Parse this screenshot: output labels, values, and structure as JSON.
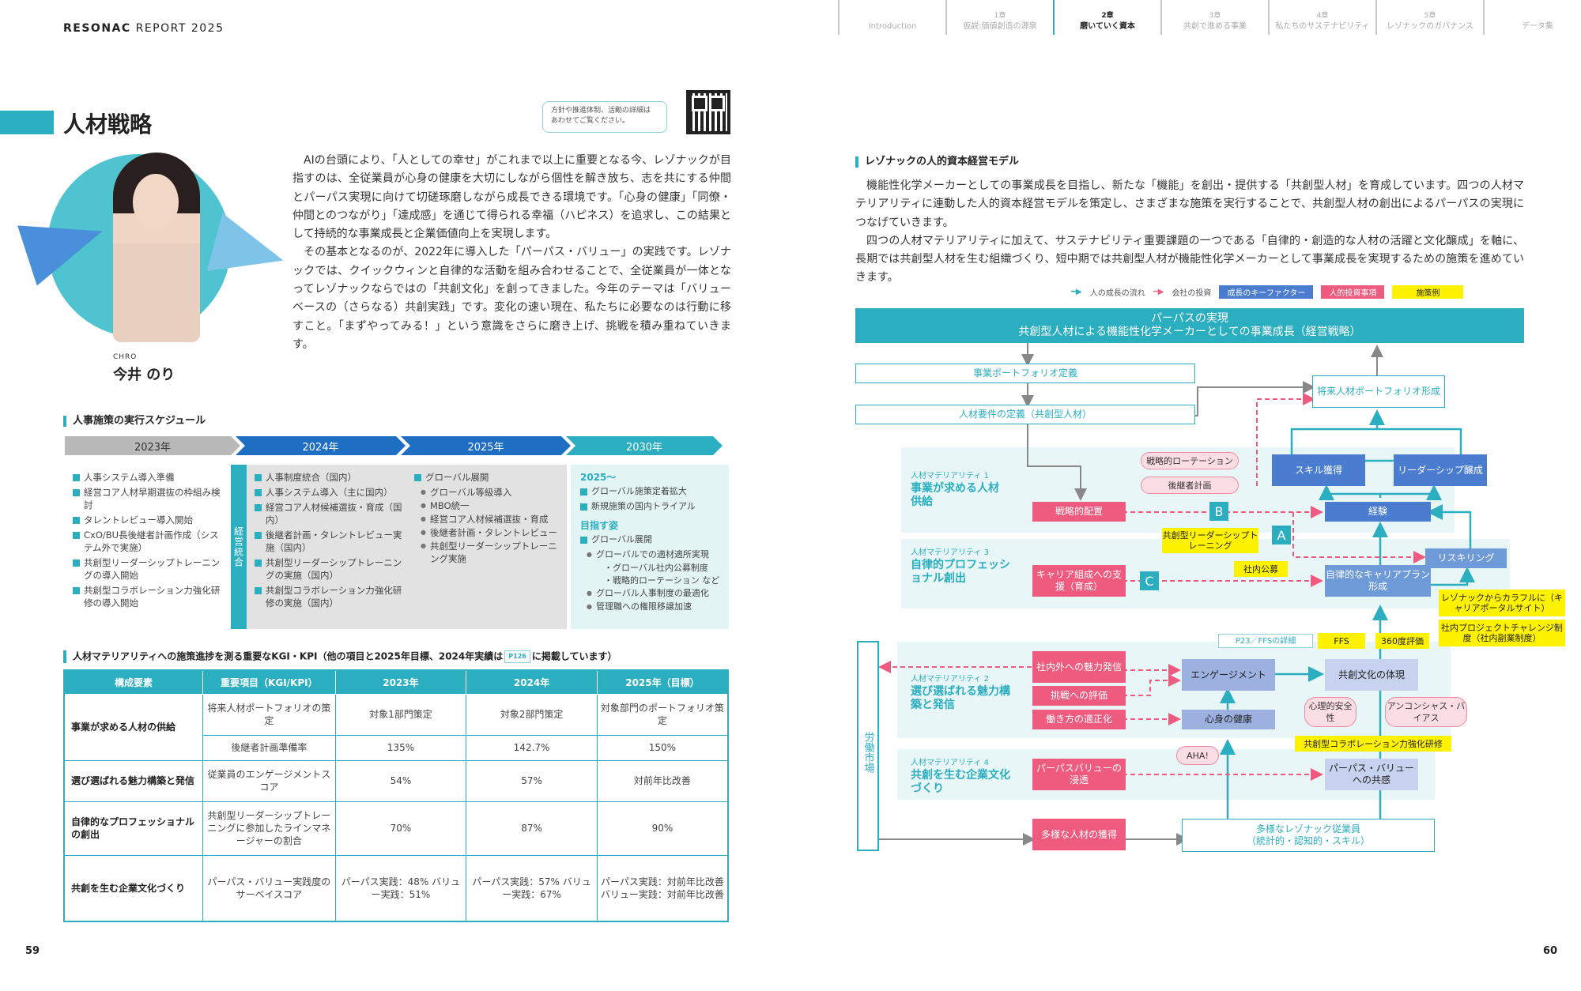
{
  "header": {
    "brand_bold": "RESONAC",
    "brand_rest": " REPORT 2025",
    "nav": [
      {
        "chapter": "",
        "label": "Introduction",
        "active": false
      },
      {
        "chapter": "1章",
        "label": "仮説:価値創造の源泉",
        "active": false
      },
      {
        "chapter": "2章",
        "label": "磨いていく資本",
        "active": true
      },
      {
        "chapter": "3章",
        "label": "共創で進める事業",
        "active": false
      },
      {
        "chapter": "4章",
        "label": "私たちのサステナビリティ",
        "active": false
      },
      {
        "chapter": "5章",
        "label": "レゾナックのガバナンス",
        "active": false
      },
      {
        "chapter": "",
        "label": "データ集",
        "active": false
      }
    ]
  },
  "left": {
    "title": "人材戦略",
    "qr_note": "方針や推進体制、活動の詳細は あわせてご覧ください。",
    "icons": {
      "qr": "qr-code-icon",
      "photo": "portrait-photo"
    },
    "person": {
      "role": "CHRO",
      "name": "今井 のり"
    },
    "intro_paragraphs": [
      "AIの台頭により、「人としての幸せ」がこれまで以上に重要となる今、レゾナックが目指すのは、全従業員が心身の健康を大切にしながら個性を解き放ち、志を共にする仲間とパーパス実現に向けて切磋琢磨しながら成長できる環境です。「心身の健康」「同僚・仲間とのつながり」「達成感」を通じて得られる幸福（ハピネス）を追求し、この結果として持続的な事業成長と企業価値向上を実現します。",
      "その基本となるのが、2022年に導入した「パーパス・バリュー」の実践です。レゾナックでは、クイックウィンと自律的な活動を組み合わせることで、全従業員が一体となってレゾナックならではの「共創文化」を創ってきました。今年のテーマは「バリューベースの（さらなる）共創実践」です。変化の速い現在、私たちに必要なのは行動に移すこと。「まずやってみる！」という意識をさらに磨き上げ、挑戦を積み重ねていきます。"
    ],
    "schedule": {
      "title": "人事施策の実行スケジュール",
      "years": [
        {
          "label": "2023年",
          "color": "#b9b9b9"
        },
        {
          "label": "2024年",
          "color": "#1e6fc4"
        },
        {
          "label": "2025年",
          "color": "#1e6fc4"
        },
        {
          "label": "2030年",
          "color": "#2aaec0"
        }
      ],
      "merger_label": "経営統合",
      "col2023": [
        "人事システム導入準備",
        "経営コア人材早期選抜の枠組み検討",
        "タレントレビュー導入開始",
        "CxO/BU長後継者計画作成（システム外で実施）",
        "共創型リーダーシップトレーニングの導入開始",
        "共創型コラボレーション力強化研修の導入開始"
      ],
      "col2024": [
        "人事制度統合（国内）",
        "人事システム導入（主に国内）",
        "経営コア人材候補選抜・育成（国内）",
        "後継者計画・タレントレビュー実施（国内）",
        "共創型リーダーシップトレーニングの実施（国内）",
        "共創型コラボレーション力強化研修の実施（国内）"
      ],
      "col2025": {
        "head": "グローバル展開",
        "subs": [
          "グローバル等級導入",
          "MBO統一",
          "経営コア人材候補選抜・育成",
          "後継者計画・タレントレビュー",
          "共創型リーダーシップトレーニング実施"
        ]
      },
      "col2030": {
        "from_label": "2025〜",
        "from_items": [
          "グローバル施策定着拡大",
          "新規施策の国内トライアル"
        ],
        "goal_label": "目指す姿",
        "goal_head": "グローバル展開",
        "goal_subs": [
          "グローバルでの適材適所実現",
          "・グローバル社内公募制度",
          "・戦略的ローテーション など",
          "グローバル人事制度の最適化",
          "管理職への権限移譲加速"
        ]
      }
    },
    "kpi": {
      "title_pre": "人材マテリアリティへの施策進捗を測る重要なKGI・KPI（他の項目と2025年目標、2024年実績は",
      "title_ref": "P126",
      "title_post": "に掲載しています）",
      "headers": [
        "構成要素",
        "重要項目（KGI/KPI）",
        "2023年",
        "2024年",
        "2025年（目標）"
      ],
      "rows": [
        {
          "element": "事業が求める人材の供給",
          "item": "将来人材ポートフォリオの策定",
          "y2023": "対象1部門策定",
          "y2024": "対象2部門策定",
          "y2025": "対象部門のポートフォリオ策定"
        },
        {
          "element": "",
          "item": "後継者計画準備率",
          "y2023": "135%",
          "y2024": "142.7%",
          "y2025": "150%"
        },
        {
          "element": "選び選ばれる魅力構築と発信",
          "item": "従業員のエンゲージメントスコア",
          "y2023": "54%",
          "y2024": "57%",
          "y2025": "対前年比改善"
        },
        {
          "element": "自律的なプロフェッショナルの創出",
          "item": "共創型リーダーシップトレーニングに参加したラインマネージャーの割合",
          "y2023": "70%",
          "y2024": "87%",
          "y2025": "90%"
        },
        {
          "element": "共創を生む企業文化づくり",
          "item": "パーパス・バリュー実践度のサーベイスコア",
          "y2023": "パーパス実践：48% バリュー実践：51%",
          "y2024": "パーパス実践：57% バリュー実践：67%",
          "y2025": "パーパス実践：対前年比改善 バリュー実践：対前年比改善"
        }
      ]
    },
    "page_number": "59"
  },
  "right": {
    "section_title": "レゾナックの人的資本経営モデル",
    "intro_paragraphs": [
      "機能性化学メーカーとしての事業成長を目指し、新たな「機能」を創出・提供する「共創型人材」を育成しています。四つの人材マテリアリティに連動した人的資本経営モデルを策定し、さまざまな施策を実行することで、共創型人材の創出によるパーパスの実現につなげていきます。",
      "四つの人材マテリアリティに加えて、サステナビリティ重要課題の一つである「自律的・創造的な人材の活躍と文化醸成」を軸に、長期では共創型人材を生む組織づくり、短中期では共創型人材が機能性化学メーカーとして事業成長を実現するための施策を進めていきます。"
    ],
    "legend": {
      "people_flow": "人の成長の流れ",
      "company_invest": "会社の投資",
      "key_factor": "成長のキーファクター",
      "investment": "人的投資事項",
      "example": "施策例"
    },
    "diagram": {
      "purpose_line1": "パーパスの実現",
      "purpose_line2": "共創型人材による機能性化学メーカーとしての事業成長（経営戦略）",
      "biz_portfolio": "事業ポートフォリオ定義",
      "talent_req": "人材要件の定義（共創型人材）",
      "future_portfolio": "将来人材ポートフォリオ形成",
      "materiality": [
        {
          "num": "人材マテリアリティ 1",
          "name": "事業が求める人材供給"
        },
        {
          "num": "人材マテリアリティ 3",
          "name": "自律的プロフェッショナル創出"
        },
        {
          "num": "人材マテリアリティ 2",
          "name": "選び選ばれる魅力構築と発信"
        },
        {
          "num": "人材マテリアリティ 4",
          "name": "共創を生む企業文化づくり"
        }
      ],
      "strategic_placement": "戦略的配置",
      "career_support": "キャリア組成への支援（育成）",
      "attract": "社内外への魅力発信",
      "challenge_eval": "挑戦への評価",
      "workstyle": "働き方の適正化",
      "purpose_value_spread": "パーパスバリューの浸透",
      "diverse_hiring": "多様な人材の獲得",
      "skill": "スキル獲得",
      "leadership": "リーダーシップ醸成",
      "experience": "経験",
      "reskilling": "リスキリング",
      "autonomous_career": "自律的なキャリアプラン形成",
      "engagement": "エンゲージメント",
      "wellbeing": "心身の健康",
      "cocreation_culture": "共創文化の体現",
      "purpose_empathy": "パーパス・バリューへの共感",
      "employees_line1": "多様なレゾナック従業員",
      "employees_line2": "（統計的・認知的・スキル）",
      "labor_market": "労働市場",
      "bubbles": [
        "戦略的ローテーション",
        "後継者計画",
        "心理的安全性",
        "アンコンシャス・バイアス",
        "AHA!"
      ],
      "examples": [
        "共創型リーダーシップトレーニング",
        "社内公募",
        "レゾナックからカラフルに（キャリアポータルサイト）",
        "社内プロジェクトチャレンジ制度（社内副業制度）",
        "FFS",
        "360度評価",
        "共創型コラボレーション力強化研修"
      ],
      "tags": [
        "A",
        "B",
        "C"
      ],
      "ffs_ref": "P23／FFSの詳細"
    },
    "page_number": "60"
  },
  "colors": {
    "accent": "#2aaec0",
    "pink": "#ef5b7f",
    "blue": "#4a7ccf",
    "yellow": "#fff200",
    "gray_year": "#b9b9b9",
    "navy_year": "#1e6fc4"
  }
}
